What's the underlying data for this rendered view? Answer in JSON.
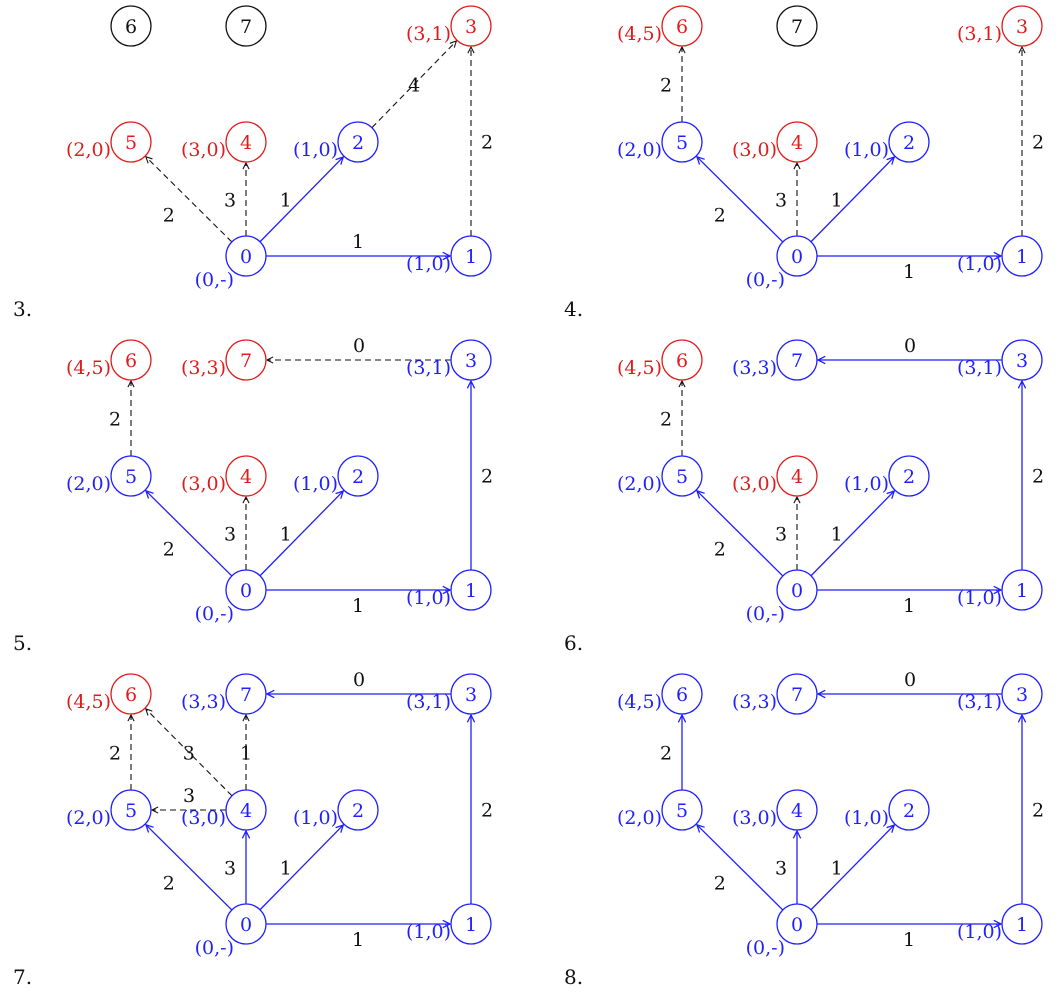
{
  "colors": {
    "tree": "#1f1fff",
    "frontier": "#e01b1b",
    "unvisited": "#111111",
    "candidate_edge": "#111111"
  },
  "panels": [
    {
      "step": "3.",
      "nodes": [
        {
          "id": "0",
          "state": "tree",
          "tuple": "(0,-)",
          "tuple_pos": "bottom-left"
        },
        {
          "id": "1",
          "state": "tree",
          "tuple": "(1,0)",
          "tuple_pos": "left"
        },
        {
          "id": "2",
          "state": "tree",
          "tuple": "(1,0)",
          "tuple_pos": "left"
        },
        {
          "id": "3",
          "state": "frontier",
          "tuple": "(3,1)",
          "tuple_pos": "left"
        },
        {
          "id": "4",
          "state": "frontier",
          "tuple": "(3,0)",
          "tuple_pos": "left"
        },
        {
          "id": "5",
          "state": "frontier",
          "tuple": "(2,0)",
          "tuple_pos": "left"
        },
        {
          "id": "6",
          "state": "unvisited",
          "tuple": ""
        },
        {
          "id": "7",
          "state": "unvisited",
          "tuple": ""
        }
      ],
      "edges": [
        {
          "from": "0",
          "to": "1",
          "w": "1",
          "style": "tree",
          "lbl": "above"
        },
        {
          "from": "0",
          "to": "2",
          "w": "1",
          "style": "tree",
          "lbl": "left"
        },
        {
          "from": "0",
          "to": "4",
          "w": "3",
          "style": "candidate",
          "lbl": "left"
        },
        {
          "from": "0",
          "to": "5",
          "w": "2",
          "style": "candidate",
          "lbl": "below"
        },
        {
          "from": "1",
          "to": "3",
          "w": "2",
          "style": "candidate",
          "lbl": "right"
        },
        {
          "from": "2",
          "to": "3",
          "w": "4",
          "style": "candidate",
          "lbl": "on"
        }
      ]
    },
    {
      "step": "4.",
      "nodes": [
        {
          "id": "0",
          "state": "tree",
          "tuple": "(0,-)",
          "tuple_pos": "bottom-left"
        },
        {
          "id": "1",
          "state": "tree",
          "tuple": "(1,0)",
          "tuple_pos": "left"
        },
        {
          "id": "2",
          "state": "tree",
          "tuple": "(1,0)",
          "tuple_pos": "left"
        },
        {
          "id": "3",
          "state": "frontier",
          "tuple": "(3,1)",
          "tuple_pos": "left"
        },
        {
          "id": "4",
          "state": "frontier",
          "tuple": "(3,0)",
          "tuple_pos": "left"
        },
        {
          "id": "5",
          "state": "tree",
          "tuple": "(2,0)",
          "tuple_pos": "left"
        },
        {
          "id": "6",
          "state": "frontier",
          "tuple": "(4,5)",
          "tuple_pos": "left"
        },
        {
          "id": "7",
          "state": "unvisited",
          "tuple": ""
        }
      ],
      "edges": [
        {
          "from": "0",
          "to": "1",
          "w": "1",
          "style": "tree",
          "lbl": "below"
        },
        {
          "from": "0",
          "to": "2",
          "w": "1",
          "style": "tree",
          "lbl": "left"
        },
        {
          "from": "0",
          "to": "4",
          "w": "3",
          "style": "candidate",
          "lbl": "left"
        },
        {
          "from": "0",
          "to": "5",
          "w": "2",
          "style": "tree",
          "lbl": "below"
        },
        {
          "from": "1",
          "to": "3",
          "w": "2",
          "style": "candidate",
          "lbl": "right"
        },
        {
          "from": "5",
          "to": "6",
          "w": "2",
          "style": "candidate",
          "lbl": "left"
        }
      ]
    },
    {
      "step": "5.",
      "nodes": [
        {
          "id": "0",
          "state": "tree",
          "tuple": "(0,-)",
          "tuple_pos": "bottom-left"
        },
        {
          "id": "1",
          "state": "tree",
          "tuple": "(1,0)",
          "tuple_pos": "left"
        },
        {
          "id": "2",
          "state": "tree",
          "tuple": "(1,0)",
          "tuple_pos": "left"
        },
        {
          "id": "3",
          "state": "tree",
          "tuple": "(3,1)",
          "tuple_pos": "left"
        },
        {
          "id": "4",
          "state": "frontier",
          "tuple": "(3,0)",
          "tuple_pos": "left"
        },
        {
          "id": "5",
          "state": "tree",
          "tuple": "(2,0)",
          "tuple_pos": "left"
        },
        {
          "id": "6",
          "state": "frontier",
          "tuple": "(4,5)",
          "tuple_pos": "left"
        },
        {
          "id": "7",
          "state": "frontier",
          "tuple": "(3,3)",
          "tuple_pos": "left"
        }
      ],
      "edges": [
        {
          "from": "0",
          "to": "1",
          "w": "1",
          "style": "tree",
          "lbl": "below"
        },
        {
          "from": "0",
          "to": "2",
          "w": "1",
          "style": "tree",
          "lbl": "left"
        },
        {
          "from": "0",
          "to": "4",
          "w": "3",
          "style": "candidate",
          "lbl": "left"
        },
        {
          "from": "0",
          "to": "5",
          "w": "2",
          "style": "tree",
          "lbl": "below"
        },
        {
          "from": "1",
          "to": "3",
          "w": "2",
          "style": "tree",
          "lbl": "right"
        },
        {
          "from": "3",
          "to": "7",
          "w": "0",
          "style": "candidate",
          "lbl": "above"
        },
        {
          "from": "5",
          "to": "6",
          "w": "2",
          "style": "candidate",
          "lbl": "left"
        }
      ]
    },
    {
      "step": "6.",
      "nodes": [
        {
          "id": "0",
          "state": "tree",
          "tuple": "(0,-)",
          "tuple_pos": "bottom-left"
        },
        {
          "id": "1",
          "state": "tree",
          "tuple": "(1,0)",
          "tuple_pos": "left"
        },
        {
          "id": "2",
          "state": "tree",
          "tuple": "(1,0)",
          "tuple_pos": "left"
        },
        {
          "id": "3",
          "state": "tree",
          "tuple": "(3,1)",
          "tuple_pos": "left"
        },
        {
          "id": "4",
          "state": "frontier",
          "tuple": "(3,0)",
          "tuple_pos": "left"
        },
        {
          "id": "5",
          "state": "tree",
          "tuple": "(2,0)",
          "tuple_pos": "left"
        },
        {
          "id": "6",
          "state": "frontier",
          "tuple": "(4,5)",
          "tuple_pos": "left"
        },
        {
          "id": "7",
          "state": "tree",
          "tuple": "(3,3)",
          "tuple_pos": "left"
        }
      ],
      "edges": [
        {
          "from": "0",
          "to": "1",
          "w": "1",
          "style": "tree",
          "lbl": "below"
        },
        {
          "from": "0",
          "to": "2",
          "w": "1",
          "style": "tree",
          "lbl": "left"
        },
        {
          "from": "0",
          "to": "4",
          "w": "3",
          "style": "candidate",
          "lbl": "left"
        },
        {
          "from": "0",
          "to": "5",
          "w": "2",
          "style": "tree",
          "lbl": "below"
        },
        {
          "from": "1",
          "to": "3",
          "w": "2",
          "style": "tree",
          "lbl": "right"
        },
        {
          "from": "3",
          "to": "7",
          "w": "0",
          "style": "tree",
          "lbl": "above"
        },
        {
          "from": "5",
          "to": "6",
          "w": "2",
          "style": "candidate",
          "lbl": "left"
        }
      ]
    },
    {
      "step": "7.",
      "nodes": [
        {
          "id": "0",
          "state": "tree",
          "tuple": "(0,-)",
          "tuple_pos": "bottom-left"
        },
        {
          "id": "1",
          "state": "tree",
          "tuple": "(1,0)",
          "tuple_pos": "left"
        },
        {
          "id": "2",
          "state": "tree",
          "tuple": "(1,0)",
          "tuple_pos": "left"
        },
        {
          "id": "3",
          "state": "tree",
          "tuple": "(3,1)",
          "tuple_pos": "left"
        },
        {
          "id": "4",
          "state": "tree",
          "tuple": "(3,0)",
          "tuple_pos": "left"
        },
        {
          "id": "5",
          "state": "tree",
          "tuple": "(2,0)",
          "tuple_pos": "left"
        },
        {
          "id": "6",
          "state": "frontier",
          "tuple": "(4,5)",
          "tuple_pos": "left"
        },
        {
          "id": "7",
          "state": "tree",
          "tuple": "(3,3)",
          "tuple_pos": "left"
        }
      ],
      "edges": [
        {
          "from": "0",
          "to": "1",
          "w": "1",
          "style": "tree",
          "lbl": "below"
        },
        {
          "from": "0",
          "to": "2",
          "w": "1",
          "style": "tree",
          "lbl": "left"
        },
        {
          "from": "0",
          "to": "4",
          "w": "3",
          "style": "tree",
          "lbl": "left"
        },
        {
          "from": "0",
          "to": "5",
          "w": "2",
          "style": "tree",
          "lbl": "below"
        },
        {
          "from": "1",
          "to": "3",
          "w": "2",
          "style": "tree",
          "lbl": "right"
        },
        {
          "from": "3",
          "to": "7",
          "w": "0",
          "style": "tree",
          "lbl": "above"
        },
        {
          "from": "5",
          "to": "6",
          "w": "2",
          "style": "candidate",
          "lbl": "left"
        },
        {
          "from": "4",
          "to": "5",
          "w": "3",
          "style": "candidate",
          "lbl": "above"
        },
        {
          "from": "4",
          "to": "6",
          "w": "3",
          "style": "candidate",
          "lbl": "on"
        },
        {
          "from": "4",
          "to": "7",
          "w": "1",
          "style": "candidate",
          "lbl": "on"
        }
      ]
    },
    {
      "step": "8.",
      "nodes": [
        {
          "id": "0",
          "state": "tree",
          "tuple": "(0,-)",
          "tuple_pos": "bottom-left"
        },
        {
          "id": "1",
          "state": "tree",
          "tuple": "(1,0)",
          "tuple_pos": "left"
        },
        {
          "id": "2",
          "state": "tree",
          "tuple": "(1,0)",
          "tuple_pos": "left"
        },
        {
          "id": "3",
          "state": "tree",
          "tuple": "(3,1)",
          "tuple_pos": "left"
        },
        {
          "id": "4",
          "state": "tree",
          "tuple": "(3,0)",
          "tuple_pos": "left"
        },
        {
          "id": "5",
          "state": "tree",
          "tuple": "(2,0)",
          "tuple_pos": "left"
        },
        {
          "id": "6",
          "state": "tree",
          "tuple": "(4,5)",
          "tuple_pos": "left"
        },
        {
          "id": "7",
          "state": "tree",
          "tuple": "(3,3)",
          "tuple_pos": "left"
        }
      ],
      "edges": [
        {
          "from": "0",
          "to": "1",
          "w": "1",
          "style": "tree",
          "lbl": "below"
        },
        {
          "from": "0",
          "to": "2",
          "w": "1",
          "style": "tree",
          "lbl": "left"
        },
        {
          "from": "0",
          "to": "4",
          "w": "3",
          "style": "tree",
          "lbl": "left"
        },
        {
          "from": "0",
          "to": "5",
          "w": "2",
          "style": "tree",
          "lbl": "below"
        },
        {
          "from": "1",
          "to": "3",
          "w": "2",
          "style": "tree",
          "lbl": "right"
        },
        {
          "from": "3",
          "to": "7",
          "w": "0",
          "style": "tree",
          "lbl": "above"
        },
        {
          "from": "5",
          "to": "6",
          "w": "2",
          "style": "tree",
          "lbl": "left"
        }
      ]
    }
  ]
}
